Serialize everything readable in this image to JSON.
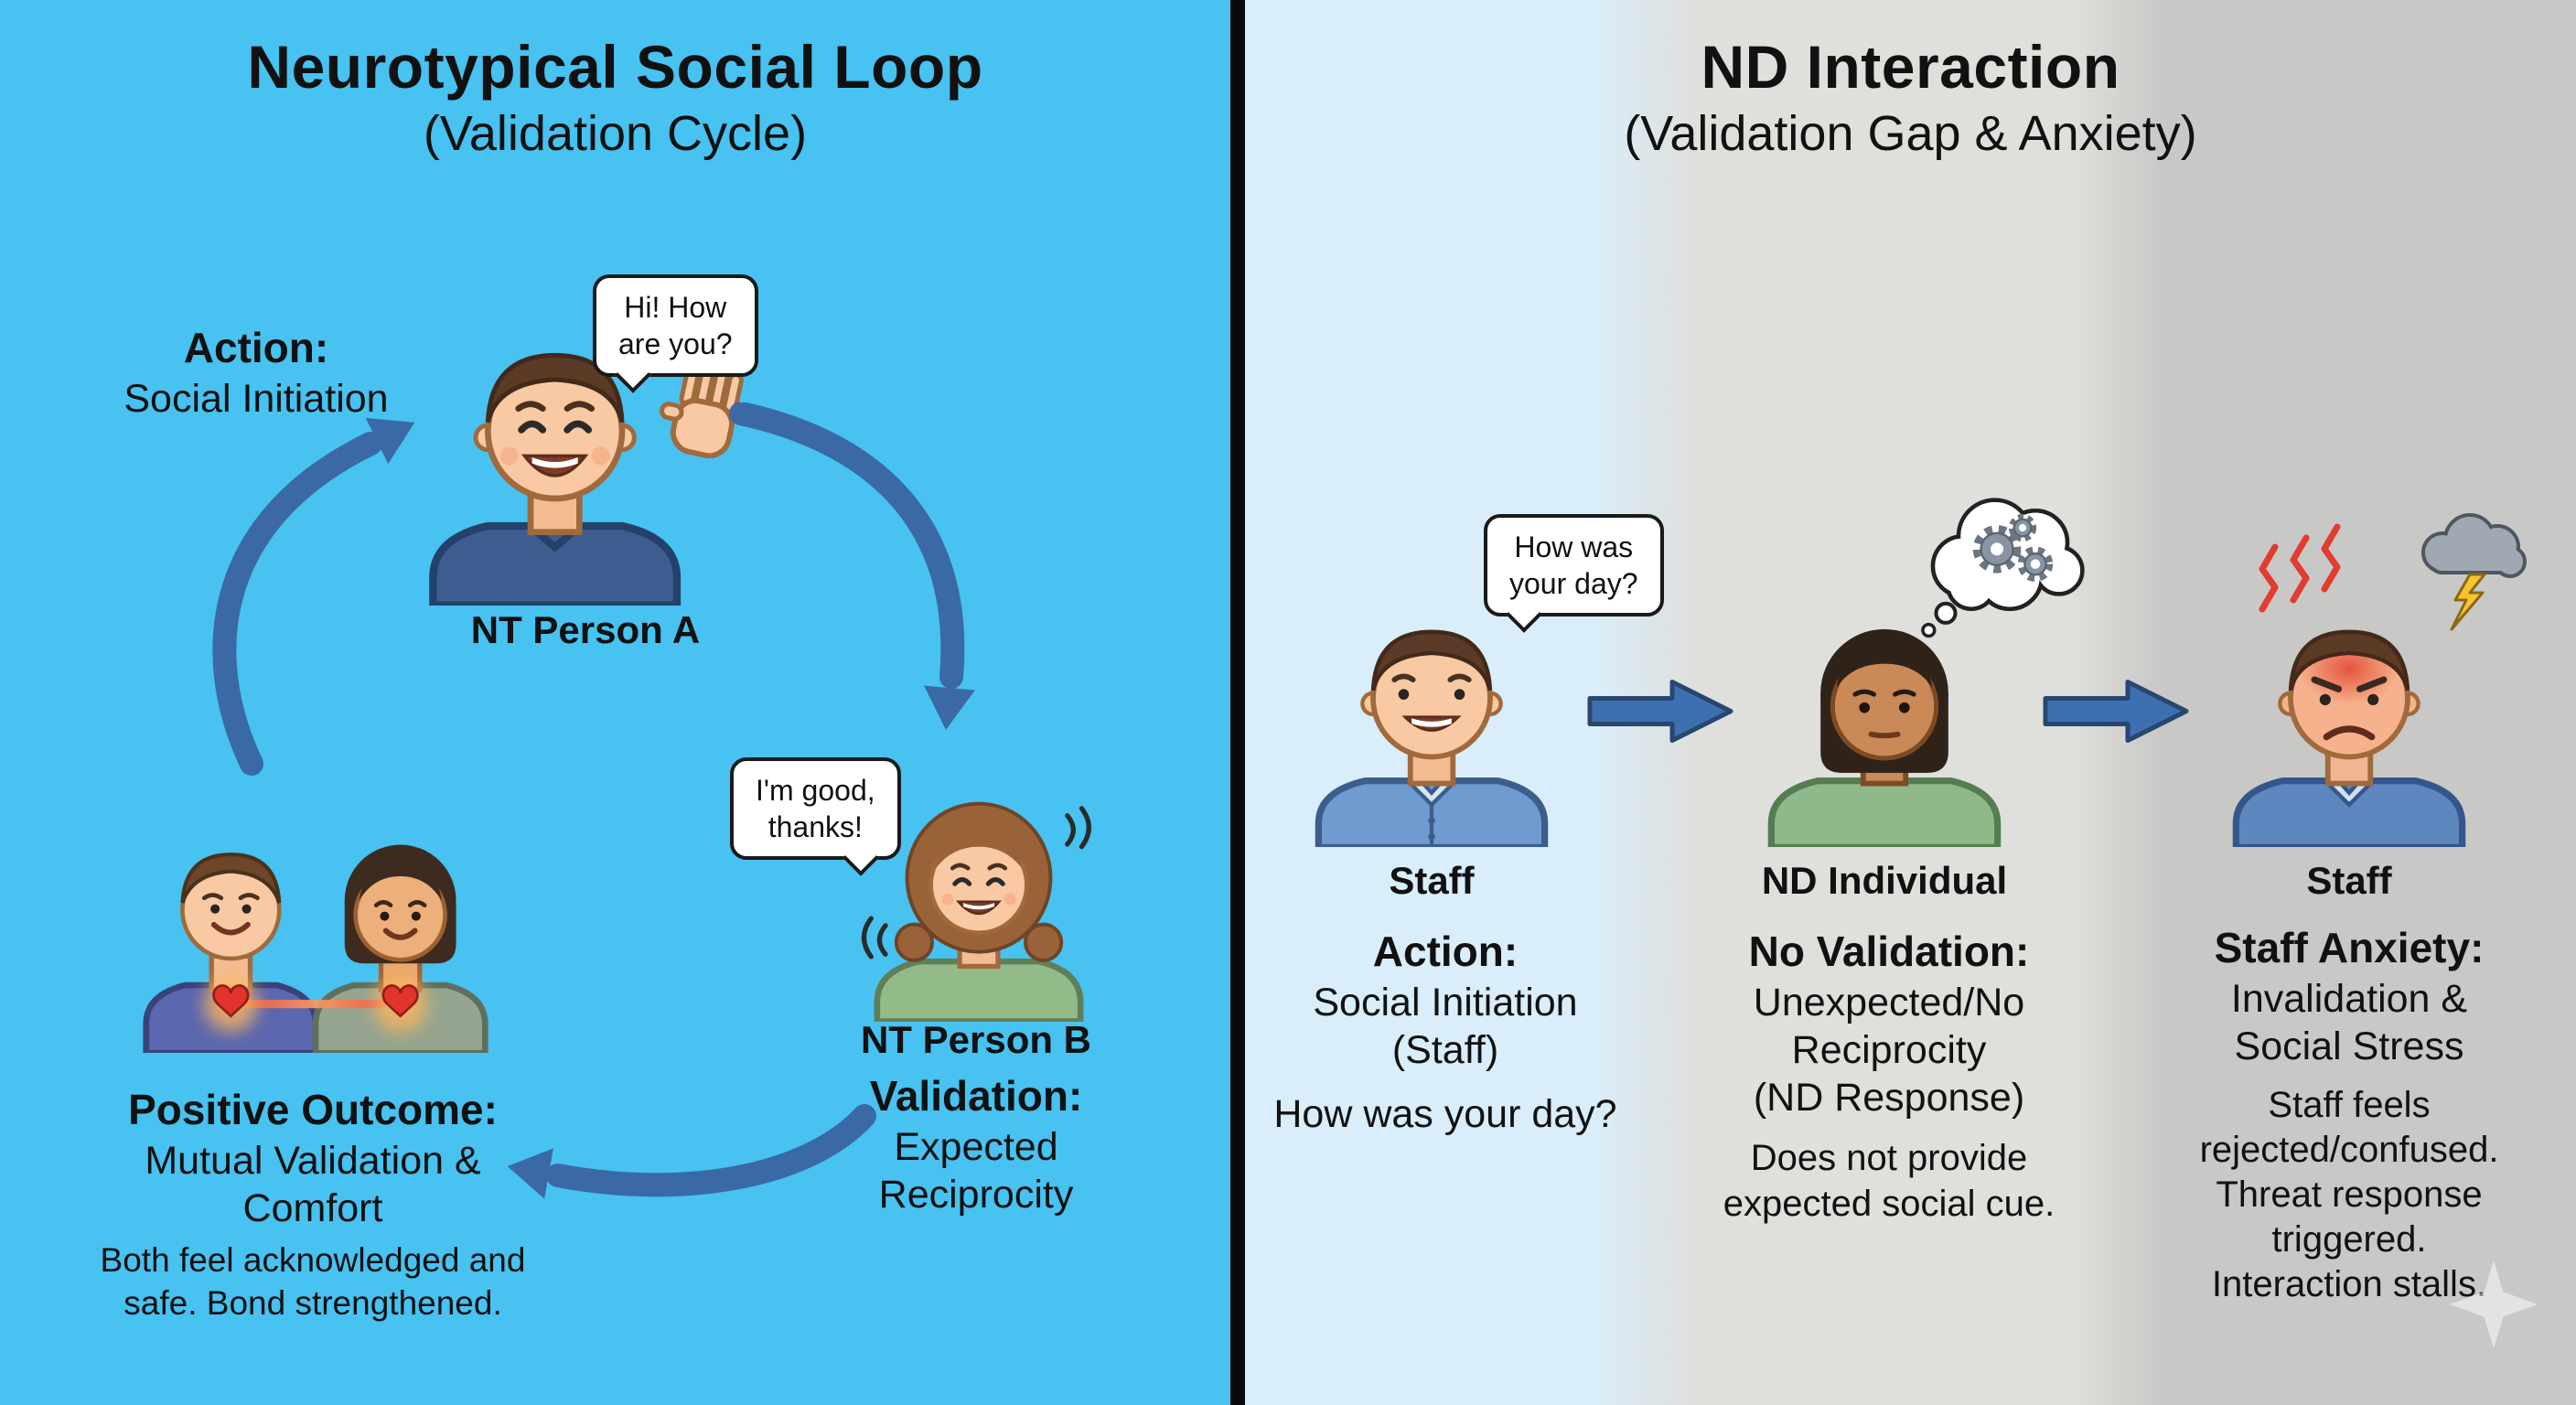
{
  "left_panel": {
    "title": "Neurotypical Social Loop",
    "subtitle": "(Validation Cycle)",
    "action_label": "Action:",
    "action_text": "Social Initiation",
    "person_a_bubble": "Hi! How\nare you?",
    "person_a_name": "NT Person A",
    "person_b_bubble": "I'm good,\nthanks!",
    "person_b_name": "NT Person B",
    "validation_label": "Validation:",
    "validation_text": "Expected\nReciprocity",
    "outcome_label": "Positive Outcome:",
    "outcome_text": "Mutual Validation &\nComfort",
    "outcome_detail": "Both feel acknowledged and\nsafe. Bond strengthened."
  },
  "right_panel": {
    "title": "ND Interaction",
    "subtitle": "(Validation Gap & Anxiety)",
    "staff1": {
      "bubble": "How was\nyour day?",
      "name": "Staff",
      "action_label": "Action:",
      "action_text": "Social Initiation\n(Staff)",
      "quote": "How was your day?"
    },
    "nd": {
      "name": "ND Individual",
      "label": "No Validation:",
      "text": "Unexpected/No\nReciprocity\n(ND Response)",
      "detail": "Does not provide\nexpected social cue."
    },
    "staff2": {
      "name": "Staff",
      "label": "Staff Anxiety:",
      "text": "Invalidation &\nSocial Stress",
      "detail": "Staff feels\nrejected/confused.\nThreat response\ntriggered.\nInteraction stalls."
    }
  },
  "colors": {
    "left_background": "#47C2F1",
    "divider": "#0A0A0A",
    "right_band_blue": "#D9EEFA",
    "right_band_gray": "#DFDFDC",
    "right_band_dark_gray": "#C8C8C6",
    "cycle_arrow_blue": "#3A69A6",
    "block_arrow_blue": "#3E6FB0",
    "bubble_border": "#1A1A1A",
    "heart_red": "#E3342B",
    "stress_red": "#E23B30",
    "lightning_yellow": "#F6C431"
  }
}
